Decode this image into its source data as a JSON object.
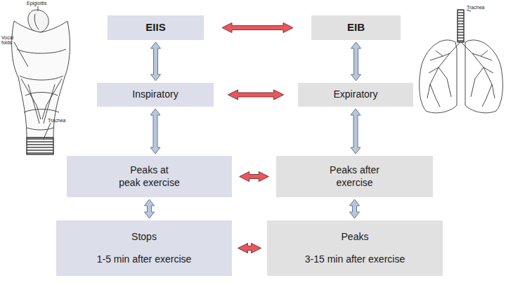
{
  "diagram": {
    "nodes": [
      {
        "text": [
          "EIIS"
        ]
      },
      {
        "text": [
          "EIB"
        ]
      },
      {
        "text": [
          "Inspiratory"
        ]
      },
      {
        "text": [
          "Expiratory"
        ]
      },
      {
        "text": [
          "Peaks at peak exercise"
        ]
      },
      {
        "text": [
          "Peaks after exercise"
        ]
      },
      {
        "text": [
          "Stops",
          "1-5 min after exercise"
        ]
      },
      {
        "text": [
          "Peaks",
          "3-15 min after exercise"
        ]
      }
    ],
    "edges": [
      {
        "from": 0,
        "to": 1,
        "arrow": "both"
      },
      {
        "from": 0,
        "to": 2,
        "arrow": "both"
      },
      {
        "from": 1,
        "to": 3,
        "arrow": "both"
      },
      {
        "from": 2,
        "to": 3,
        "arrow": "both"
      },
      {
        "from": 2,
        "to": 4,
        "arrow": "both"
      },
      {
        "from": 3,
        "to": 5,
        "arrow": "both"
      },
      {
        "from": 4,
        "to": 5,
        "arrow": "both"
      },
      {
        "from": 4,
        "to": 6,
        "arrow": "both"
      },
      {
        "from": 5,
        "to": 7,
        "arrow": "both"
      },
      {
        "from": 6,
        "to": 7,
        "arrow": "both"
      }
    ],
    "labels": [
      "Epiglottis",
      "Vocal folds",
      "Trachea",
      "Trachea"
    ]
  }
}
